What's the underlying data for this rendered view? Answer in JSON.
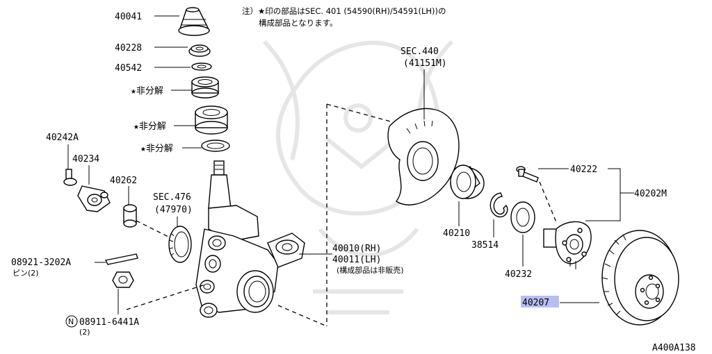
{
  "note": {
    "line1": "注）★印の部品はSEC. 401 (54590(RH)/54591(LH))の",
    "line2": "構成部品となります。"
  },
  "labels": {
    "p40041": "40041",
    "p40228": "40228",
    "p40542": "40542",
    "star1": "★非分解",
    "star2": "★非分解",
    "star3": "★非分解",
    "p40242a": "40242A",
    "p40234": "40234",
    "p40262": "40262",
    "sec476": "SEC.476",
    "sec476_sub": "(47970)",
    "sec440": "SEC.440",
    "sec440_sub": "(41151M)",
    "p40210": "40210",
    "p38514": "38514",
    "p40232": "40232",
    "p40222": "40222",
    "p40202m": "40202M",
    "p40010": "40010(RH)",
    "p40011": "40011(LH)",
    "p40011_note": "(構成部品は非販売)",
    "p08921": "08921-3202A",
    "p08921_sub": "ピン(2)",
    "p08911_prefix": "N",
    "p08911": "08911-6441A",
    "p08911_sub": "(2)",
    "p40207": "40207",
    "figure_code": "A400A138"
  },
  "colors": {
    "line": "#000000",
    "highlight": "#b8bef0",
    "watermark": "#e6e6e6"
  }
}
